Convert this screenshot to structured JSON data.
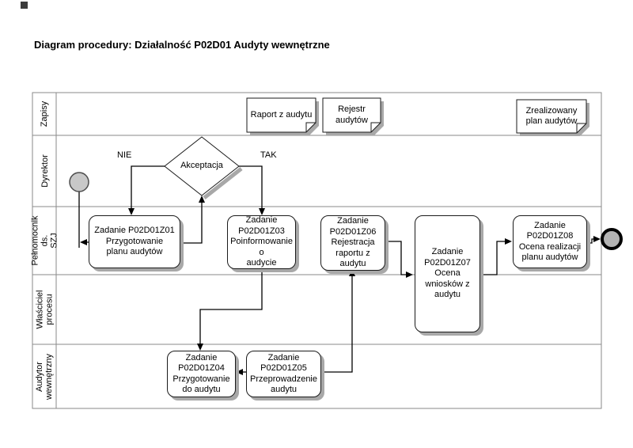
{
  "title": "Diagram procedury: Działalność P02D01 Audyty wewnętrzne",
  "lanes": [
    {
      "label": "Zapisy"
    },
    {
      "label": "Dyrektor"
    },
    {
      "label": "Pełnomocnik ds.\nSZJ"
    },
    {
      "label": "Właściciel\nprocesu"
    },
    {
      "label": "Audytor\nwewnętrzny"
    }
  ],
  "documents": [
    {
      "label": "Raport z audytu"
    },
    {
      "label": "Rejestr\naudytów"
    },
    {
      "label": "Zrealizowany\nplan audytów"
    }
  ],
  "gateway": {
    "label": "Akceptacja",
    "branch_no": "NIE",
    "branch_yes": "TAK"
  },
  "tasks": [
    {
      "label": "Zadanie P02D01Z01\nPrzygotowanie\nplanu audytów"
    },
    {
      "label": "Zadanie\nP02D01Z03\nPoinformowanie o\naudycie"
    },
    {
      "label": "Zadanie\nP02D01Z06\nRejestracja\nraportu z\naudytu"
    },
    {
      "label": "Zadanie\nP02D01Z07\nOcena\nwniosków z\naudytu"
    },
    {
      "label": "Zadanie\nP02D01Z08\nOcena realizacji\nplanu audytów"
    },
    {
      "label": "Zadanie\nP02D01Z04\nPrzygotowanie\ndo audytu"
    },
    {
      "label": "Zadanie\nP02D01Z05\nPrzeprowadzenie\naudytu"
    }
  ],
  "colors": {
    "connector": "#000000",
    "grid": "#8a8a8a",
    "shadow": "#a8a8a8",
    "shape_border": "#1a1a1a",
    "start_event_fill": "#c8c8c8",
    "end_event_fill": "#b3b3b3"
  }
}
